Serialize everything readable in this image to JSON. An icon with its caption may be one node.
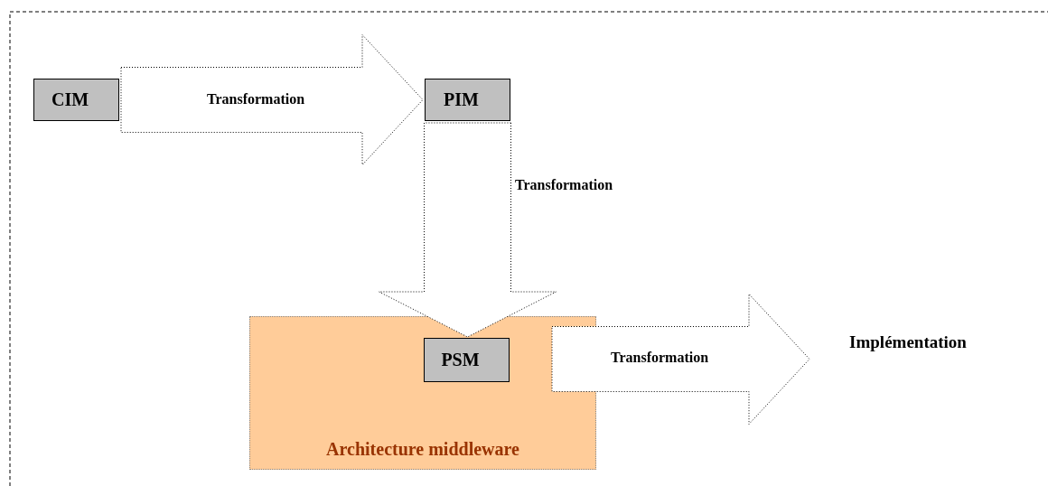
{
  "diagram": {
    "nodes": [
      {
        "text": [
          "CIM"
        ]
      },
      {
        "text": [
          "PIM"
        ]
      },
      {
        "text": [
          "Architecture middleware"
        ]
      },
      {
        "text": [
          "PSM"
        ],
        "in": 2
      },
      {
        "text": [
          "Implémentation"
        ]
      }
    ],
    "edges": [
      {
        "from": 0,
        "to": 1,
        "arrow": "to",
        "label": "Transformation",
        "style": "dashed"
      },
      {
        "from": 1,
        "to": 3,
        "arrow": "to",
        "label": "Transformation",
        "style": "dashed"
      },
      {
        "from": 3,
        "to": 4,
        "arrow": "to",
        "label": "Transformation",
        "style": "dashed"
      }
    ]
  }
}
